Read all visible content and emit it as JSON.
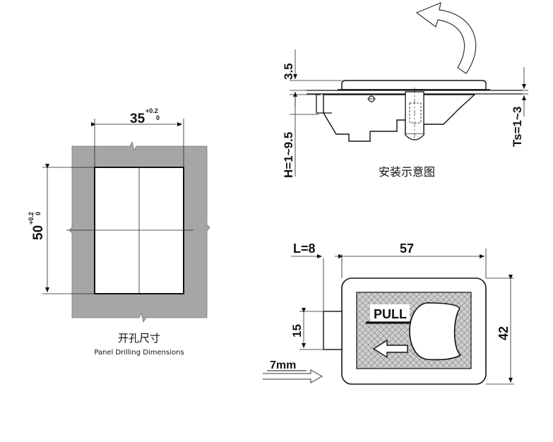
{
  "panel_drilling": {
    "width_value": "35",
    "width_tol_upper": "+0.2",
    "width_tol_lower": "0",
    "height_value": "50",
    "height_tol_upper": "+0.2",
    "height_tol_lower": "0",
    "caption_cn": "开孔尺寸",
    "caption_en": "Panel Drilling Dimensions"
  },
  "installation": {
    "dim_top": "3.5",
    "dim_h": "H=1~9.5",
    "dim_ts": "Ts=1~3",
    "caption_cn": "安装示意图"
  },
  "front_view": {
    "dim_l": "L=8",
    "dim_width": "57",
    "dim_height": "42",
    "dim_button": "15",
    "label_pull": "PULL",
    "dim_travel": "7mm"
  },
  "colors": {
    "panel_fill": "#a6a6a6",
    "line": "#111111"
  }
}
